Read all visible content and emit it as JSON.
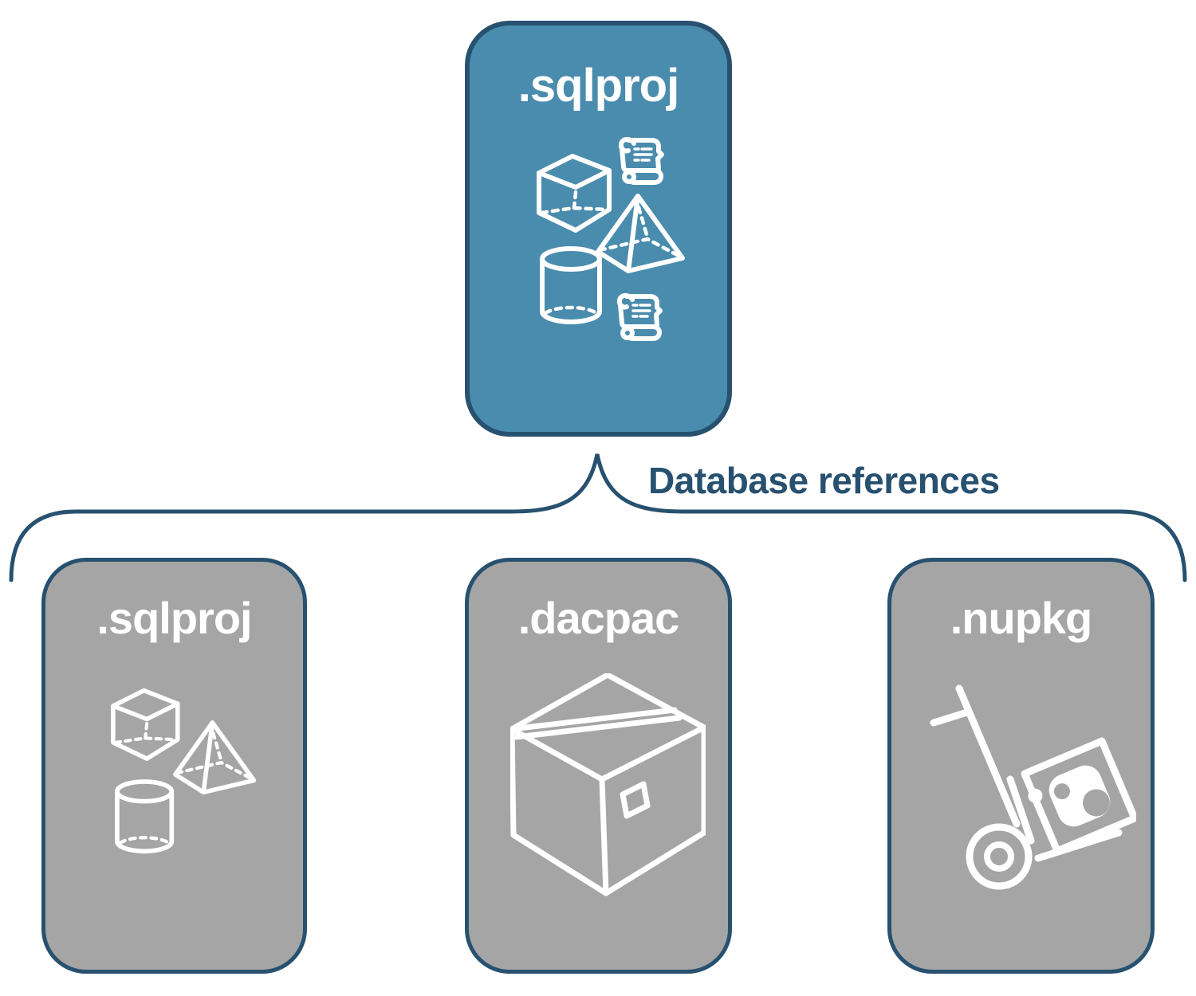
{
  "title": "SQL project database references diagram",
  "colors": {
    "root_fill": "#4A8CAD",
    "child_fill": "#A5A5A5",
    "outline": "#27516F",
    "icon_stroke": "#FFFFFF",
    "background": "#FFFFFF",
    "label_text": "#FFFFFF",
    "edge_text": "#27516F"
  },
  "root_node": {
    "label": ".sqlproj",
    "icons": [
      "cube-icon",
      "scroll-icon",
      "pyramid-icon",
      "cylinder-icon",
      "scroll-icon"
    ]
  },
  "edge": {
    "label": "Database references"
  },
  "child_nodes": [
    {
      "label": ".sqlproj",
      "icons": [
        "cube-icon",
        "pyramid-icon",
        "cylinder-icon"
      ]
    },
    {
      "label": ".dacpac",
      "icons": [
        "package-box-icon"
      ]
    },
    {
      "label": ".nupkg",
      "icons": [
        "hand-truck-icon",
        "nuget-package-icon"
      ]
    }
  ]
}
